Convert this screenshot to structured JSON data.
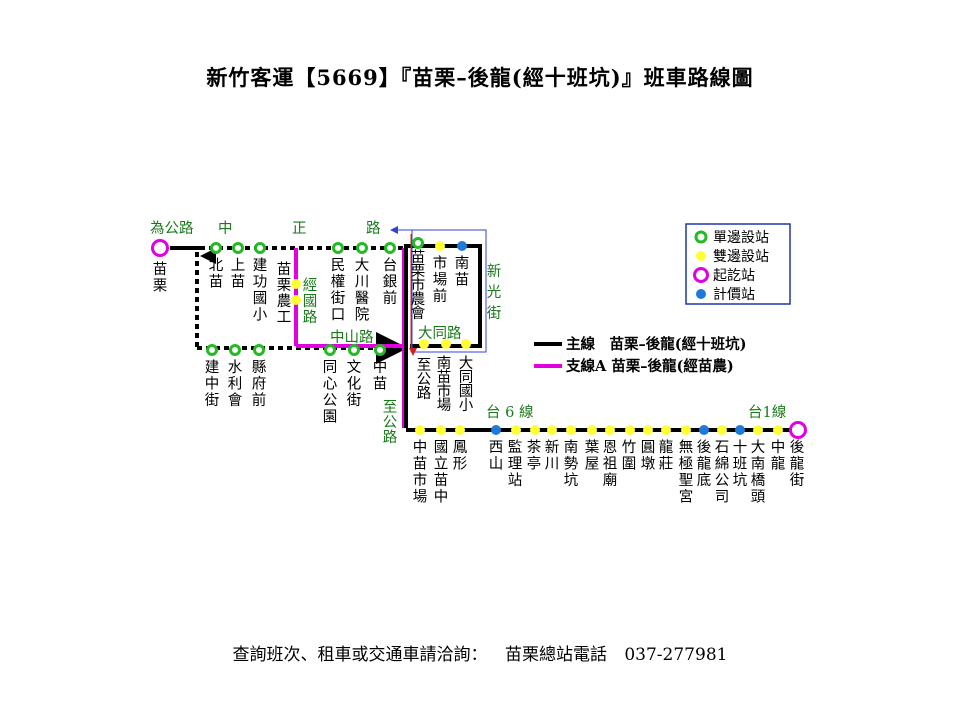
{
  "title": "新竹客運【5669】『苗栗–後龍(經十班坑)』班車路線圖",
  "footer": {
    "label": "查詢班次、租車或交通車請洽詢：",
    "station": "苗栗總站電話",
    "phone": "037-277981"
  },
  "colors": {
    "main_line": "#000000",
    "branch_line": "#e000e0",
    "single_side_stop": "#22bb22",
    "double_side_stop": "#ffff33",
    "terminal_stop": "#e000e0",
    "fare_stop": "#1e7ad8",
    "road_text": "#1a7a1a",
    "arrow": "#3344cc"
  },
  "terminals": {
    "start": "苗栗",
    "end": "後龍街"
  },
  "stops_top": [
    "北苗",
    "上苗",
    "建功國小",
    "民權街口",
    "大川醫院",
    "台銀前"
  ],
  "stops_branch": [
    "苗栗農工"
  ],
  "stops_bottom_left": [
    "建中街",
    "水利會",
    "縣府前",
    "同心公園",
    "文化街",
    "中苗"
  ],
  "stops_loop": [
    "苗栗市農會",
    "市場前",
    "南苗",
    "南苗市場",
    "大同國小"
  ],
  "stops_bottom": [
    "中苗市場",
    "國立苗中",
    "鳳形",
    "西山",
    "監理站",
    "茶亭",
    "新川",
    "南勢坑",
    "葉屋",
    "恩祖廟",
    "竹圍",
    "圓墩",
    "龍莊",
    "無極聖宮",
    "後龍底",
    "石綿公司",
    "十班坑",
    "大南橋頭",
    "中龍",
    "後龍街"
  ],
  "roads": {
    "weigong": "為公路",
    "zhong": "中",
    "zheng": "正",
    "lu": "路",
    "xinguang": "新光街",
    "datong": "大同路",
    "zhongshan": "中山路",
    "zhigonglu": "至公路",
    "zhigonglu2": "至公路",
    "tai6": "台 6 線",
    "tai1": "台1線",
    "jingguo": "經國路"
  },
  "legend": {
    "single": "單邊設站",
    "double": "雙邊設站",
    "terminal": "起訖站",
    "fare": "計價站"
  },
  "lines": {
    "main": "主線　苗栗–後龍(經十班坑)",
    "branch": "支線A 苗栗–後龍(經苗農)"
  }
}
